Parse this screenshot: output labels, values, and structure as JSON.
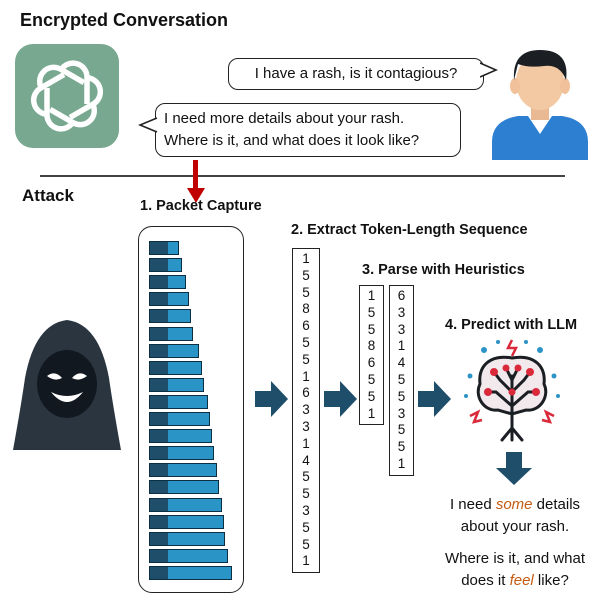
{
  "title": "Encrypted Conversation",
  "attack_label": "Attack",
  "conversation": {
    "user_message": "I have a rash, is it contagious?",
    "assistant_message_line1": "I need more details about your rash.",
    "assistant_message_line2": "Where is it, and what does it look like?"
  },
  "steps": {
    "capture": "1. Packet Capture",
    "extract": "2. Extract Token-Length Sequence",
    "parse": "3. Parse with Heuristics",
    "predict": "4. Predict with LLM"
  },
  "token_sequence": [
    "1",
    "5",
    "5",
    "8",
    "6",
    "5",
    "5",
    "1",
    "6",
    "3",
    "3",
    "1",
    "4",
    "5",
    "5",
    "3",
    "5",
    "5",
    "1"
  ],
  "parsed_sequence_1": [
    "1",
    "5",
    "5",
    "8",
    "6",
    "5",
    "5",
    "1"
  ],
  "parsed_sequence_2": [
    "6",
    "3",
    "3",
    "1",
    "4",
    "5",
    "5",
    "3",
    "5",
    "5",
    "1"
  ],
  "prediction": {
    "line1_pre": "I need ",
    "line1_hl": "some",
    "line1_post": " details",
    "line2": "about your rash.",
    "line3": "Where is it, and what",
    "line4_pre": "does it ",
    "line4_hl": "feel",
    "line4_post": " like?"
  },
  "packet_fill_fractions": [
    0.3,
    0.34,
    0.38,
    0.41,
    0.44,
    0.46,
    0.52,
    0.55,
    0.58,
    0.62,
    0.64,
    0.66,
    0.69,
    0.72,
    0.74,
    0.77,
    0.79,
    0.8,
    0.84,
    0.88
  ],
  "colors": {
    "openai_bg": "#78a88f",
    "packet_head": "#1f4e6b",
    "packet_body": "#2b94c6",
    "arrow_blue": "#1f4e6b",
    "arrow_red": "#c00000",
    "highlight": "#c55a11",
    "user_shirt": "#2d7fd1",
    "user_skin": "#f3c9a4",
    "hacker_hood": "#2a3540"
  },
  "icons": [
    "openai-logo-icon",
    "user-avatar-icon",
    "hacker-icon",
    "brain-circuit-icon"
  ]
}
